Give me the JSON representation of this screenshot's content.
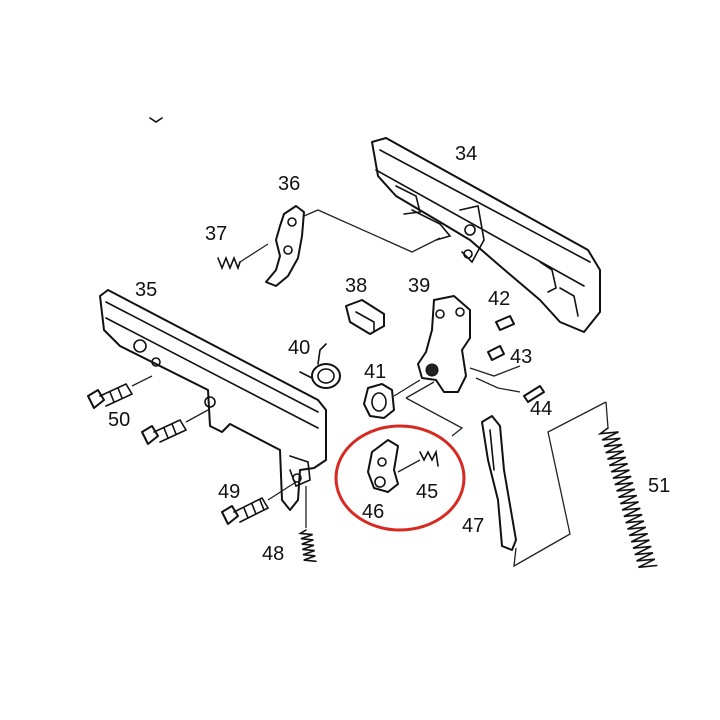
{
  "diagram": {
    "highlight_color": "#d62a20",
    "line_color": "#111111",
    "background": "#ffffff"
  },
  "labels": {
    "p34": "34",
    "p35": "35",
    "p36": "36",
    "p37": "37",
    "p38": "38",
    "p39": "39",
    "p40": "40",
    "p41": "41",
    "p42": "42",
    "p43": "43",
    "p44": "44",
    "p45": "45",
    "p46": "46",
    "p47": "47",
    "p48": "48",
    "p49": "49",
    "p50": "50",
    "p51": "51"
  }
}
